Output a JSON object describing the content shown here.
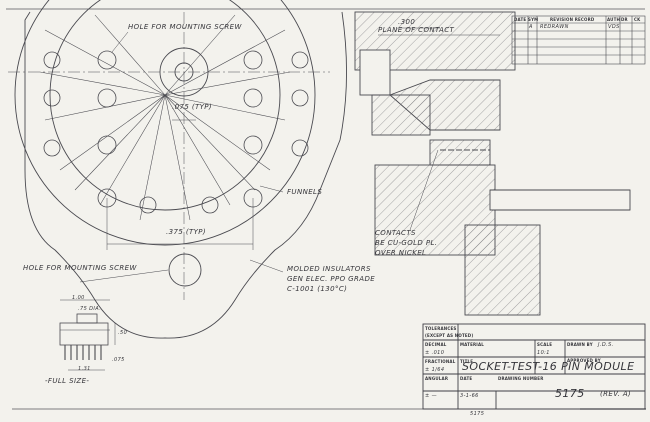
{
  "drawing": {
    "front_view": {
      "hole_label": "HOLE FOR MOUNTING SCREW",
      "dim_075": ".075",
      "dim_075_note": "(TYP)",
      "dim_375": ".375",
      "dim_375_note": "(TYP)",
      "funnels_label": "FUNNELS",
      "hole_label_bottom": "HOLE FOR MOUNTING SCREW",
      "insulator_note": [
        "MOLDED INSULATORS",
        "GEN ELEC. PPO GRADE",
        "C-1001 (130°C)"
      ]
    },
    "section_view": {
      "dim_300": ".300",
      "plane_of_contact": "PLANE OF CONTACT",
      "contacts_note": [
        "CONTACTS",
        "BE CU-GOLD PL.",
        "OVER NICKEL"
      ]
    },
    "full_size_view": {
      "dim_100": "1.00",
      "dim_75_dia": ".75",
      "dia_label": "DIA.",
      "dim_50": ".50",
      "dim_131": "1.31",
      "dim_075": ".075",
      "caption": "-FULL SIZE-"
    }
  },
  "revision_block": {
    "headers": [
      "DATE",
      "SYM",
      "REVISION RECORD",
      "AUTH",
      "DR",
      "CK"
    ],
    "rows": [
      {
        "date": "",
        "sym": "A",
        "record": "REDRAWN",
        "auth": "VDS"
      }
    ]
  },
  "title_block": {
    "tolerances_label": "TOLERANCES",
    "tolerances_sub": "(EXCEPT AS NOTED)",
    "decimal_label": "DECIMAL",
    "decimal_value": "± .010",
    "material_label": "MATERIAL",
    "scale_label": "SCALE",
    "scale_value": "10:1",
    "drawn_by_label": "DRAWN BY",
    "drawn_by_value": "J.D.S.",
    "approved_by_label": "APPROVED BY",
    "fractional_label": "FRACTIONAL",
    "fractional_value": "± 1/64",
    "title_label": "TITLE",
    "title_value": "SOCKET-TEST-16 PIN MODULE",
    "angular_label": "ANGULAR",
    "angular_value": "± —",
    "date_label": "DATE",
    "date_value": "3-1-66",
    "drawing_number_label": "DRAWING NUMBER",
    "drawing_number_value": "5175",
    "revision_value": "(REV. A)",
    "sheet_ref": "5175"
  }
}
